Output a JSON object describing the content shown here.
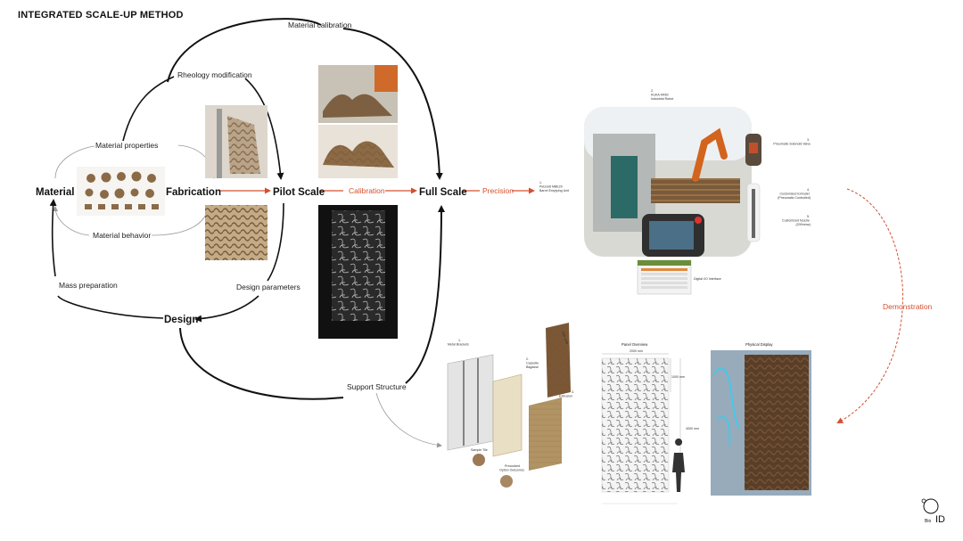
{
  "title": "INTEGRATED SCALE-UP METHOD",
  "nodes": {
    "material": "Material",
    "fabrication": "Fabrication",
    "pilot_scale": "Pilot Scale",
    "full_scale": "Full Scale",
    "design": "Design"
  },
  "edges": {
    "material_calibration": "Material calibration",
    "rheology_modification": "Rheology modification",
    "material_properties": "Material properties",
    "material_behavior": "Material behavior",
    "mass_preparation": "Mass preparation",
    "design_parameters": "Design parameters",
    "calibration": "Calibration",
    "precision": "Precision",
    "support_structure": "Support Structure",
    "demonstration": "Demonstration"
  },
  "robot_labels": {
    "l1": [
      "1.",
      "Petzoldt MBE20",
      "Barrel Emptying Unit"
    ],
    "l2": [
      "2.",
      "KUKA KR60",
      "Industrial Robot"
    ],
    "l3": [
      "3.",
      "Pneumatic Solenoid Valve"
    ],
    "l4": [
      "4.",
      "Customized Extruder",
      "(Pneumatic Controlled)"
    ],
    "l5": [
      "5.",
      "Customized Nozzle",
      "(200mm⌀)"
    ],
    "interface": "Digital I/O Interface"
  },
  "assembly_labels": {
    "metal_brackets": [
      "1.",
      "Metal Brackets"
    ],
    "cassette": [
      "2.",
      "Cassette",
      "Bagasse"
    ],
    "extrusion": [
      "3.",
      "Extrusion"
    ],
    "side_view": "Side view",
    "sample_tile": "Sample Tile",
    "printed_option": [
      "Precooked",
      "Option Outcomes"
    ]
  },
  "panel": {
    "title": "Panel Overview",
    "width_dim": "2000 mm",
    "height_dim": "4000 mm",
    "side_dim": "1000 mm"
  },
  "physical_display": "Physical Display",
  "logo": {
    "top": "Bio",
    "main": "ID"
  },
  "colors": {
    "accent": "#d2502f",
    "ink": "#111111"
  }
}
